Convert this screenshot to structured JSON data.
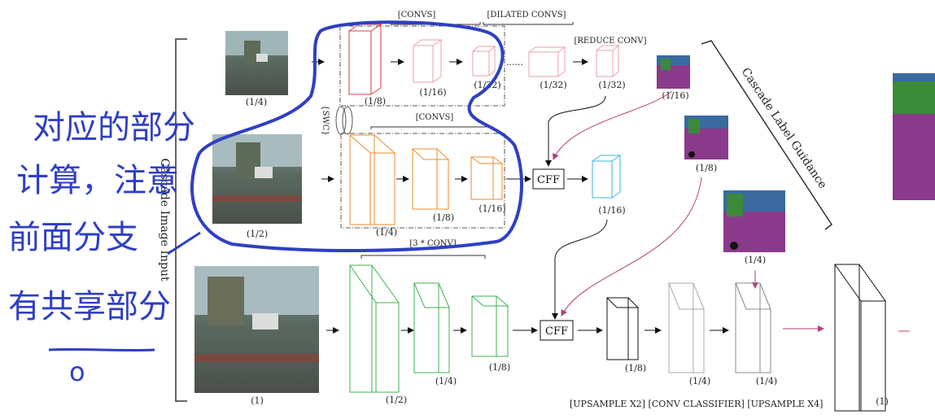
{
  "left_label": "Cascade Image Input",
  "right_label": "Cascade Label Guidance",
  "inputs": {
    "top_scale": "(1/4)",
    "mid_scale": "(1/2)",
    "bot_scale": "(1)"
  },
  "top_branch": {
    "convs_label": "[CONVS]",
    "dilated_label": "[DILATED CONVS]",
    "reduce_label": "[REDUCE CONV]",
    "scales": [
      "(1/8)",
      "(1/16)",
      "(1/32)",
      "(1/32)",
      "(1/32)"
    ],
    "ellipsis": "......"
  },
  "swc_label": "{SWC}",
  "mid_branch": {
    "convs_label": "[CONVS]",
    "scales": [
      "(1/4)",
      "(1/8)",
      "(1/16)"
    ]
  },
  "bot_branch": {
    "conv_label": "[3 * CONV]",
    "scales": [
      "(1/2)",
      "(1/4)",
      "(1/8)"
    ]
  },
  "cff_label": "CFF",
  "cff_top_out": "(1/16)",
  "guidance_scales": [
    "(1/16)",
    "(1/8)",
    "(1/4)"
  ],
  "decoder": {
    "scales": [
      "(1/8)",
      "(1/4)",
      "(1/4)",
      "(1)"
    ],
    "bottom_labels": "[UPSAMPLE X2] [CONV CLASSIFIER] [UPSAMPLE X4]"
  },
  "handwriting": [
    "对应的部分",
    "计算，注意",
    "前面分支",
    "有共享部分",
    "o"
  ],
  "colors": {
    "red": "#d83c46",
    "pink": "#e8a0a8",
    "orange": "#f08a2a",
    "cyan": "#3ab5e0",
    "green": "#3cb34a",
    "magenta": "#b0407a",
    "ink": "#2f3fc4"
  }
}
